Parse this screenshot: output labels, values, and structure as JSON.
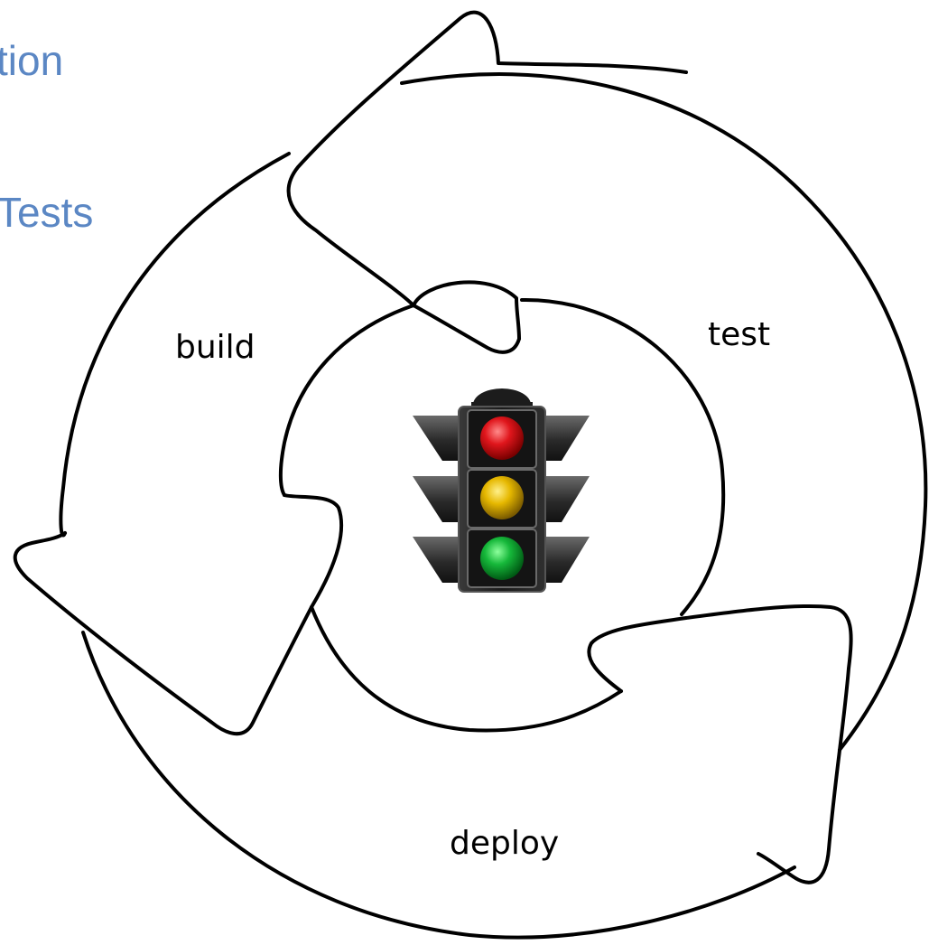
{
  "background_text": {
    "line1": "tion",
    "line2": "Tests"
  },
  "cycle": {
    "labels": {
      "build": "build",
      "test": "test",
      "deploy": "deploy"
    }
  },
  "center_icon": "traffic-light-icon",
  "colors": {
    "heading_blue": "#5b87c4",
    "outline": "#000000",
    "light_red": "#e0161c",
    "light_yellow": "#e6b800",
    "light_green": "#16b83a",
    "housing": "#1a1a1a"
  }
}
